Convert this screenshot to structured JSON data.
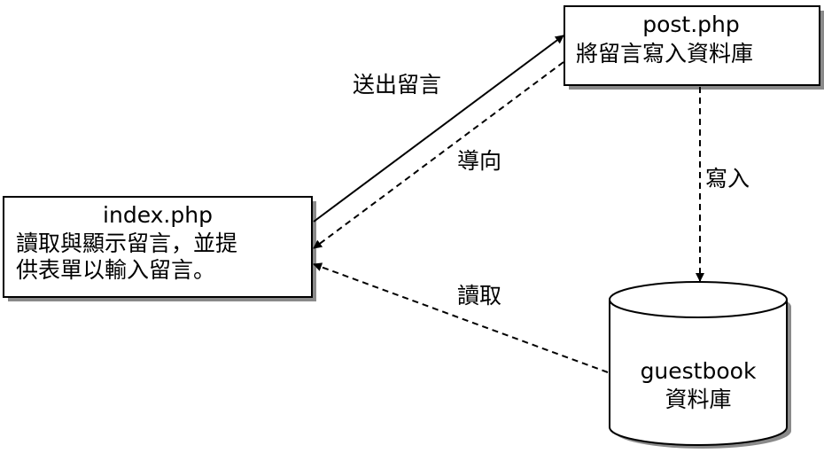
{
  "nodes": {
    "index": {
      "title": "index.php",
      "lines": [
        "讀取與顯示留言，並提",
        "供表單以輸入留言。"
      ]
    },
    "post": {
      "title": "post.php",
      "lines": [
        "將留言寫入資料庫"
      ]
    },
    "database": {
      "title": "guestbook",
      "lines": [
        "資料庫"
      ]
    }
  },
  "edges": {
    "send": "送出留言",
    "redirect": "導向",
    "write": "寫入",
    "read": "讀取"
  },
  "colors": {
    "stroke": "#000000",
    "shadow": "#8a8a8a",
    "fill": "#ffffff"
  }
}
